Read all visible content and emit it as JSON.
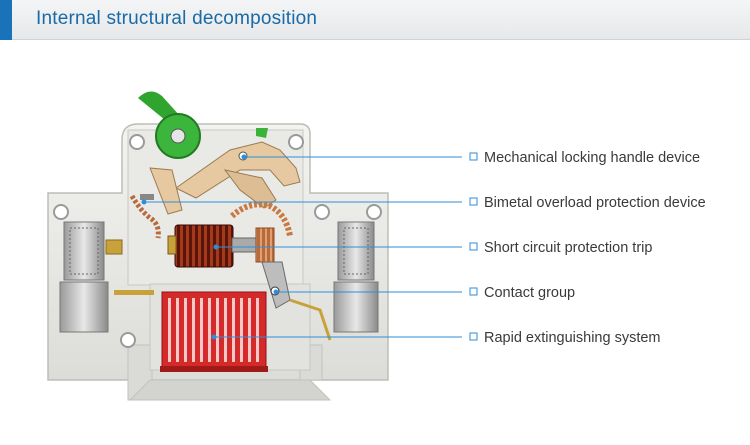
{
  "header": {
    "title": "Internal structural decomposition"
  },
  "colors": {
    "accent": "#1a73b8",
    "leader": "#2f8ed8",
    "title": "#1a6aa6",
    "arc_chute": "#d42a2a",
    "handle": "#3bb53b",
    "coil": "#7a1e0e"
  },
  "callouts": [
    {
      "label": "Mechanical locking handle device"
    },
    {
      "label": "Bimetal overload protection device"
    },
    {
      "label": "Short circuit protection trip"
    },
    {
      "label": "Contact group"
    },
    {
      "label": "Rapid extinguishing system"
    }
  ]
}
